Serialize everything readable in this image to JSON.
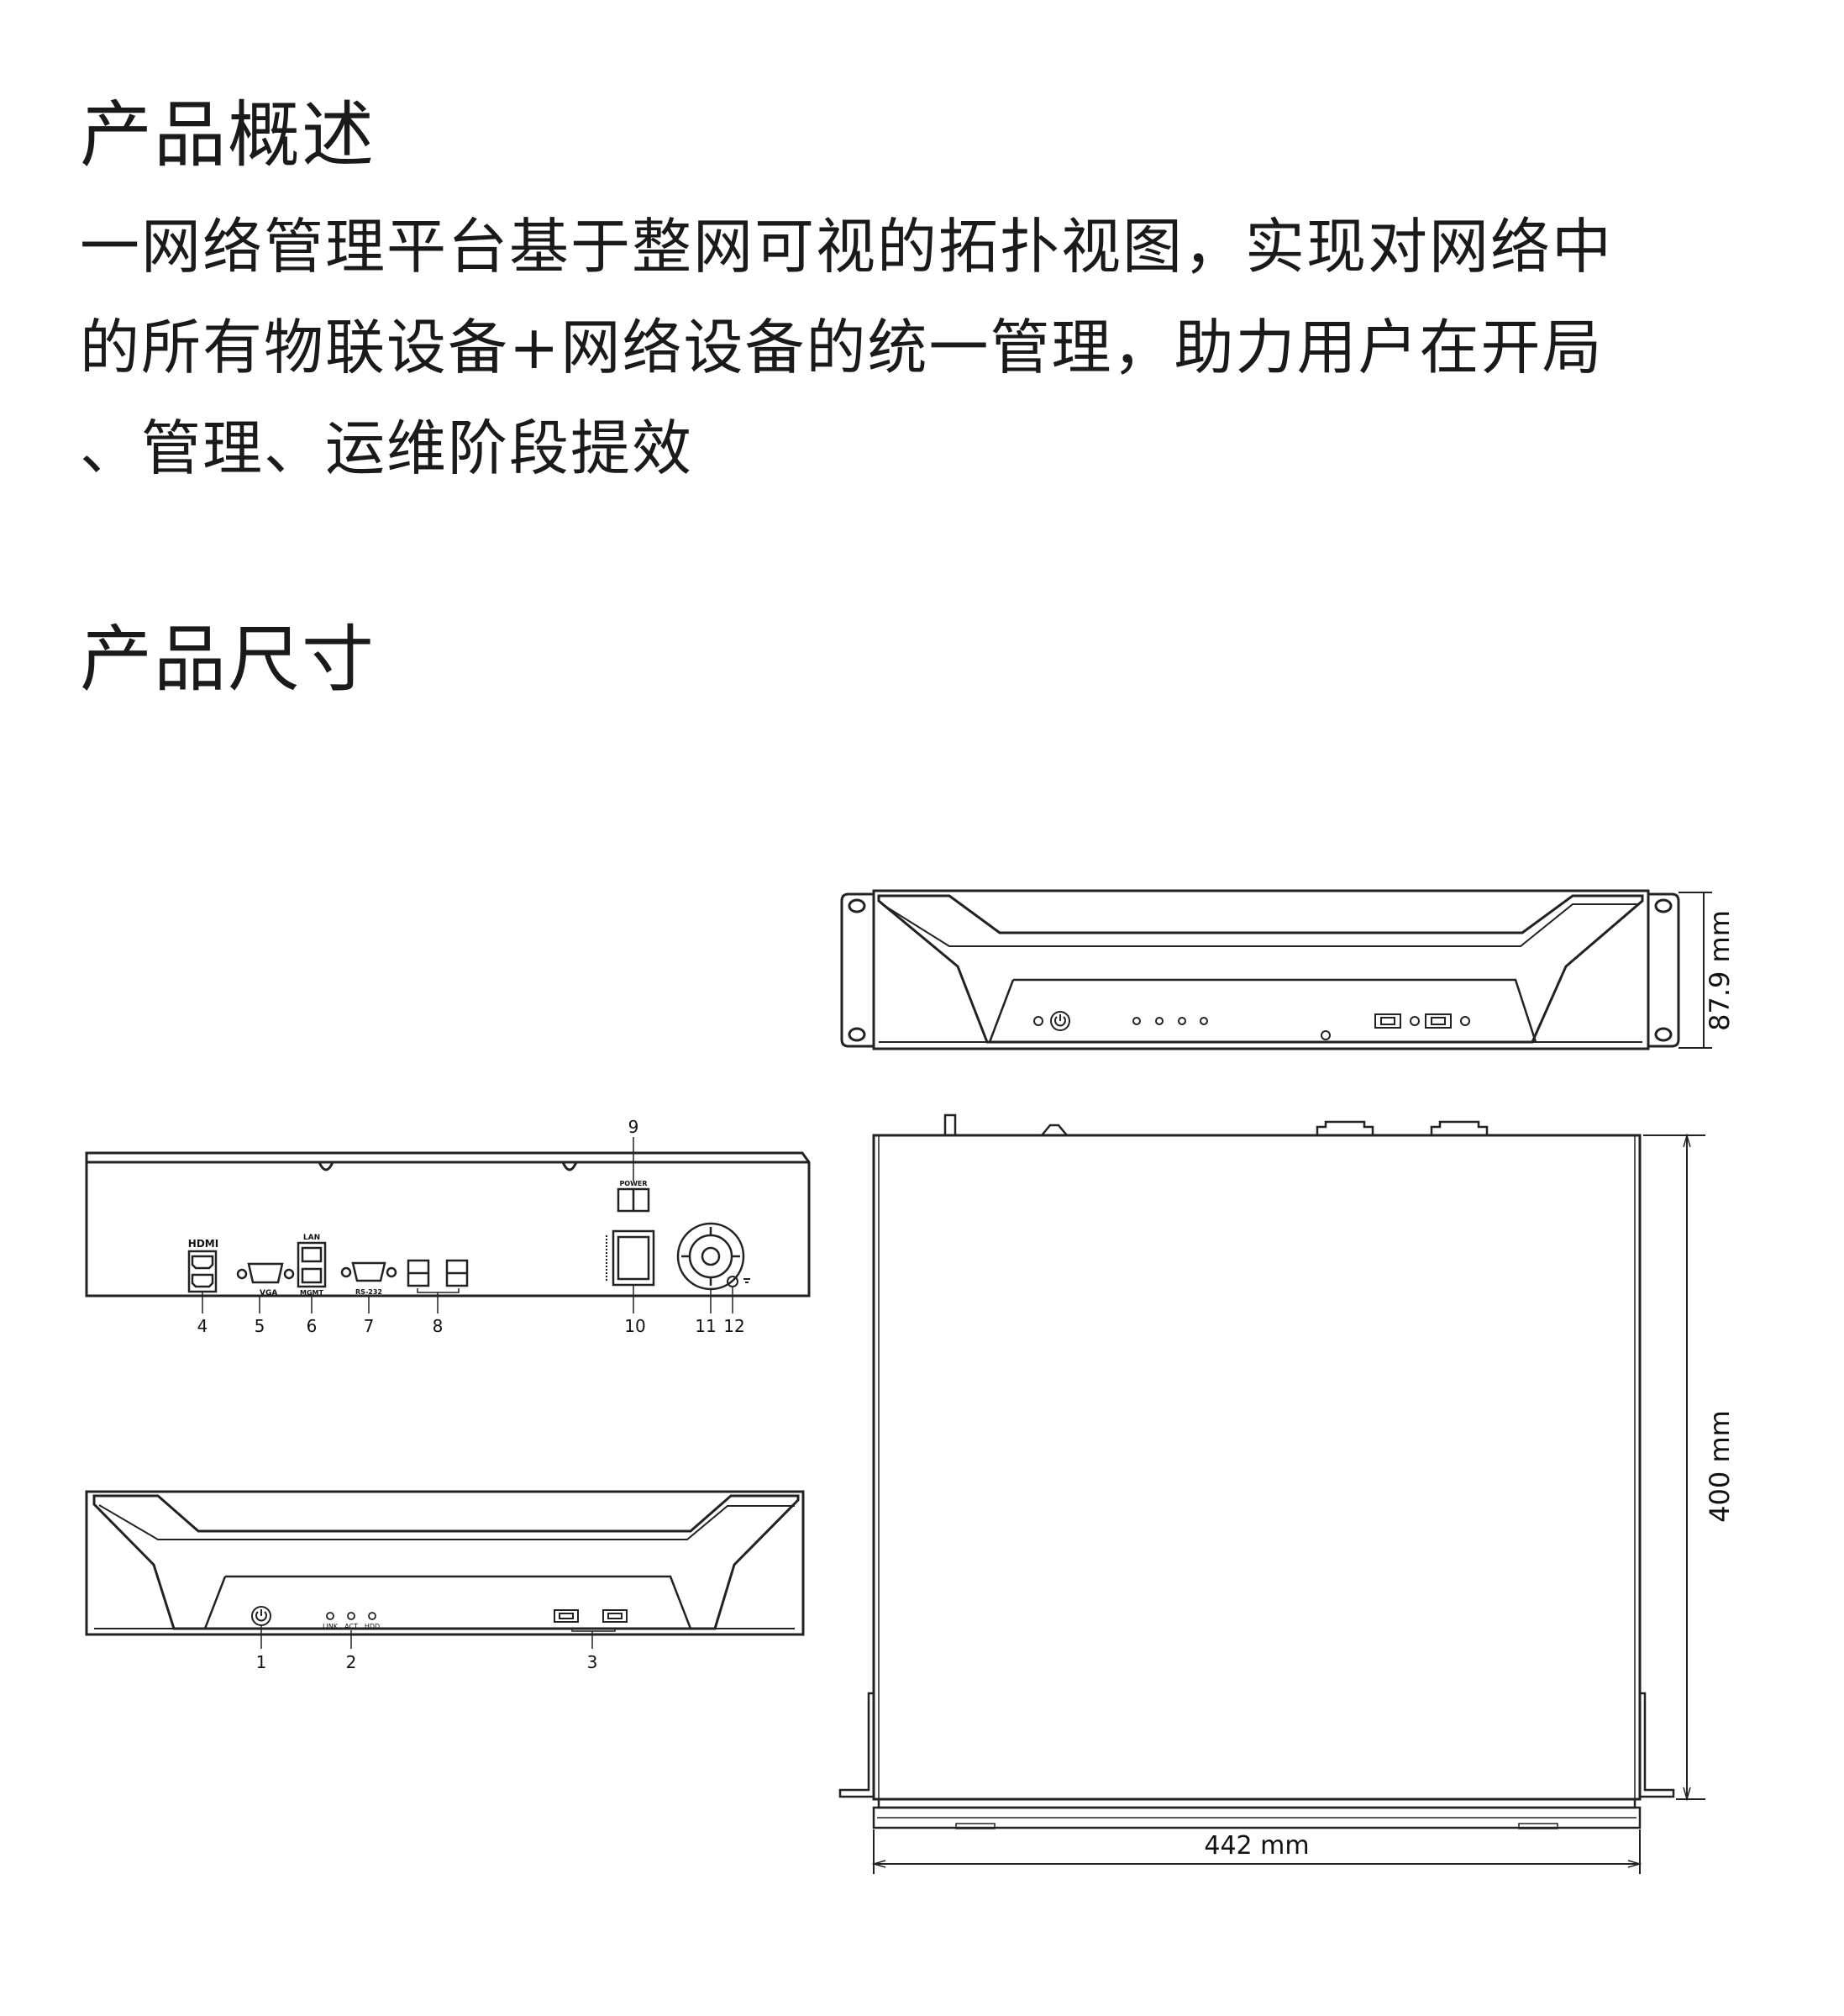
{
  "overview": {
    "title": "产品概述",
    "lines": [
      "一网络管理平台基于整网可视的拓扑视图，实现对网络中",
      "的所有物联设备+网络设备的统一管理，助力用户在开局",
      "、管理、运维阶段提效"
    ]
  },
  "dimensions": {
    "title": "产品尺寸",
    "height_label": "87.9 mm",
    "depth_label": "400 mm",
    "width_label": "442 mm"
  },
  "rear_panel": {
    "port_text": {
      "hdmi": "HDMI",
      "vga": "VGA",
      "lan": "LAN",
      "mgmt": "MGMT",
      "rs232": "RS-232",
      "power": "POWER"
    },
    "callouts": [
      "4",
      "5",
      "6",
      "7",
      "8",
      "9",
      "10",
      "11",
      "12"
    ]
  },
  "front_panel": {
    "led_labels": [
      "LINK",
      "ACT",
      "HDD"
    ],
    "callouts": [
      "1",
      "2",
      "3"
    ]
  }
}
